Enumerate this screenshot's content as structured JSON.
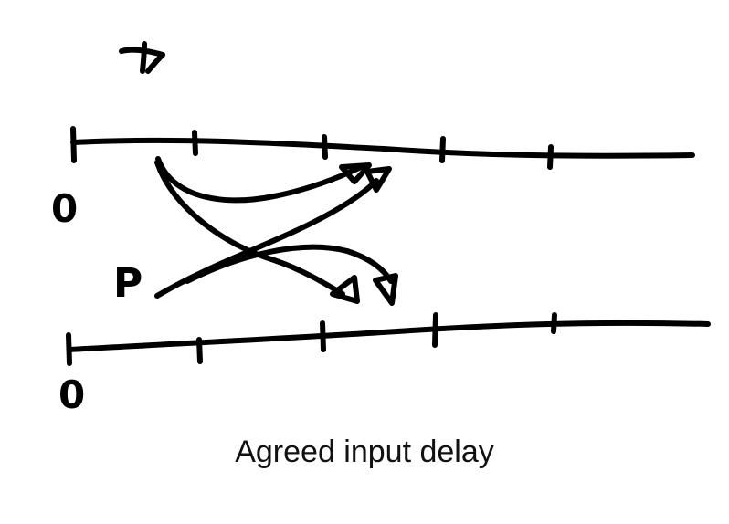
{
  "labels": {
    "top_mark": "A",
    "top_timeline_origin": "0",
    "peer_label": "P",
    "bottom_timeline_origin": "0"
  },
  "caption": "Agreed input delay"
}
